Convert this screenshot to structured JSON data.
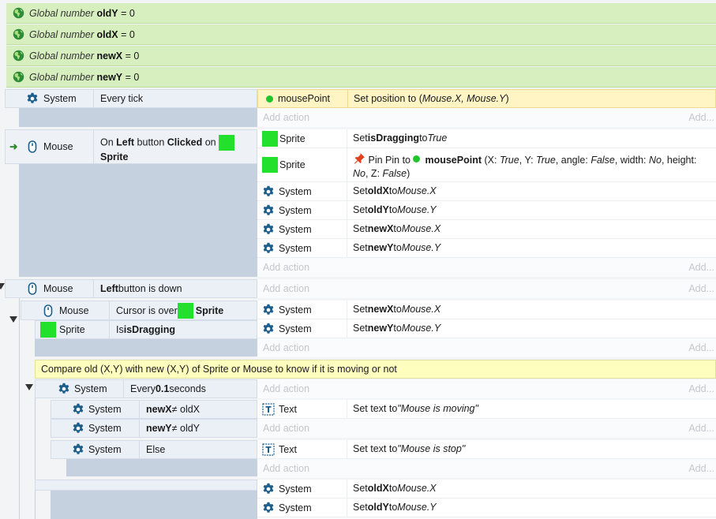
{
  "globals": [
    {
      "prefix": "Global number",
      "name": "oldY",
      "suffix": "= 0"
    },
    {
      "prefix": "Global number",
      "name": "oldX",
      "suffix": "= 0"
    },
    {
      "prefix": "Global number",
      "name": "newX",
      "suffix": "= 0"
    },
    {
      "prefix": "Global number",
      "name": "newY",
      "suffix": "= 0"
    }
  ],
  "add_action": "Add action",
  "add_short": "Add...",
  "ev1": {
    "cond_obj": "System",
    "cond_text": "Every tick",
    "act_obj": "mousePoint",
    "act_pre": "Set position to (",
    "act_italic": "Mouse.X, Mouse.Y",
    "act_post": ")"
  },
  "ev2": {
    "cond_obj": "Mouse",
    "cond_pre": "On ",
    "cond_b1": "Left",
    "cond_mid": " button ",
    "cond_b2": "Clicked",
    "cond_on": " on ",
    "cond_sprite": "Sprite",
    "a1_obj": "Sprite",
    "a1_pre": "Set ",
    "a1_b": "isDragging",
    "a1_to": " to ",
    "a1_i": "True",
    "a2_obj": "Sprite",
    "a2_pre": "Pin Pin to ",
    "a2_b": "mousePoint",
    "a2_open": " (X: ",
    "a2_x": "True",
    "a2_y_lab": ", Y: ",
    "a2_y": "True",
    "a2_ang_lab": ", angle: ",
    "a2_ang": "False",
    "a2_w_lab": ", width: ",
    "a2_w": "No",
    "a2_h_lab": ", height: ",
    "a2_h": "No",
    "a2_z_lab": ", Z: ",
    "a2_z": "False",
    "a2_close": ")",
    "a3_obj": "System",
    "a3_b": "oldX",
    "a3_i": "Mouse.X",
    "a4_obj": "System",
    "a4_b": "oldY",
    "a4_i": "Mouse.Y",
    "a5_obj": "System",
    "a5_b": "newX",
    "a5_i": "Mouse.X",
    "a6_obj": "System",
    "a6_b": "newY",
    "a6_i": "Mouse.Y",
    "set": "Set ",
    "to": " to "
  },
  "ev3": {
    "cond_obj": "Mouse",
    "cond_b": "Left",
    "cond_text": " button is down",
    "sub": {
      "c1_obj": "Mouse",
      "c1_pre": "Cursor is over ",
      "c1_b": "Sprite",
      "c2_obj": "Sprite",
      "c2_pre": "Is ",
      "c2_b": "isDragging",
      "a1_obj": "System",
      "a1_b": "newX",
      "a1_i": "Mouse.X",
      "a2_obj": "System",
      "a2_b": "newY",
      "a2_i": "Mouse.Y"
    },
    "comment": "Compare old (X,Y) with new (X,Y) of Sprite or Mouse to know if it is moving or not",
    "timer": {
      "obj": "System",
      "pre": "Every ",
      "b": "0.1",
      "post": " seconds"
    },
    "cmp1": {
      "c1_obj": "System",
      "c1_b": "newX",
      "c1_rest": " ≠ oldX",
      "c2_obj": "System",
      "c2_b": "newY",
      "c2_rest": " ≠ oldY",
      "a_obj": "Text",
      "a_pre": "Set text to ",
      "a_i": "\"Mouse is moving\""
    },
    "else": {
      "obj": "System",
      "text": "Else",
      "a_obj": "Text",
      "a_pre": "Set text to ",
      "a_i": "\"Mouse is stop\""
    },
    "last": {
      "a1_obj": "System",
      "a1_b": "oldX",
      "a1_i": "Mouse.X",
      "a2_obj": "System",
      "a2_b": "oldY",
      "a2_i": "Mouse.Y"
    }
  },
  "colors": {
    "sprite": "#22e02c",
    "globals_bg": "#d7efbf",
    "selected_row": "#fff5c4",
    "comment_bg": "#fefebe"
  }
}
